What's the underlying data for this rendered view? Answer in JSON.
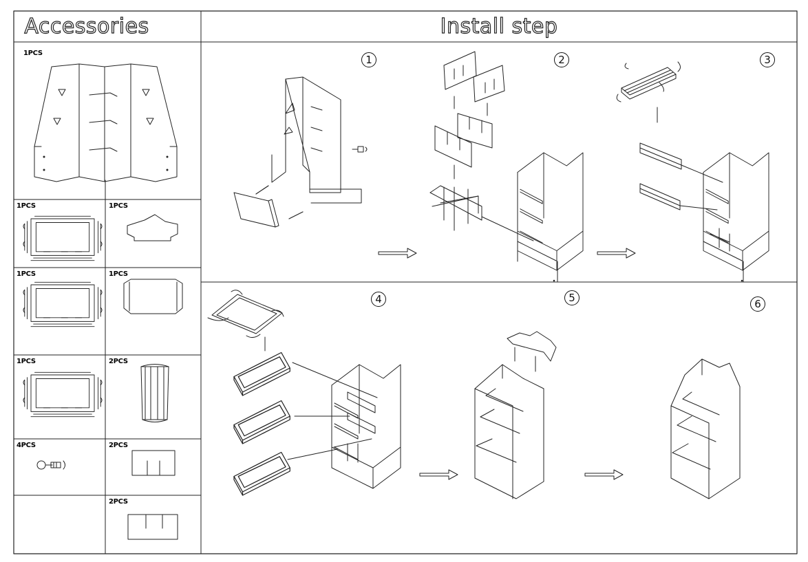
{
  "headers": {
    "accessories": "Accessories",
    "install": "Install step"
  },
  "accessories": [
    {
      "id": "panel",
      "qty": "1PCS"
    },
    {
      "id": "tray-a",
      "qty": "1PCS"
    },
    {
      "id": "header-card",
      "qty": "1PCS"
    },
    {
      "id": "tray-b",
      "qty": "1PCS"
    },
    {
      "id": "tray-c",
      "qty": "1PCS"
    },
    {
      "id": "tray-d",
      "qty": "1PCS"
    },
    {
      "id": "support-tube",
      "qty": "2PCS"
    },
    {
      "id": "rivets",
      "qty": "4PCS"
    },
    {
      "id": "divider-a",
      "qty": "2PCS"
    },
    {
      "id": "divider-b",
      "qty": "2PCS"
    }
  ],
  "steps": [
    "1",
    "2",
    "3",
    "4",
    "5",
    "6"
  ],
  "icons": [
    "step-arrow-icon",
    "rivet-icon",
    "rotate-arrow-icon"
  ]
}
